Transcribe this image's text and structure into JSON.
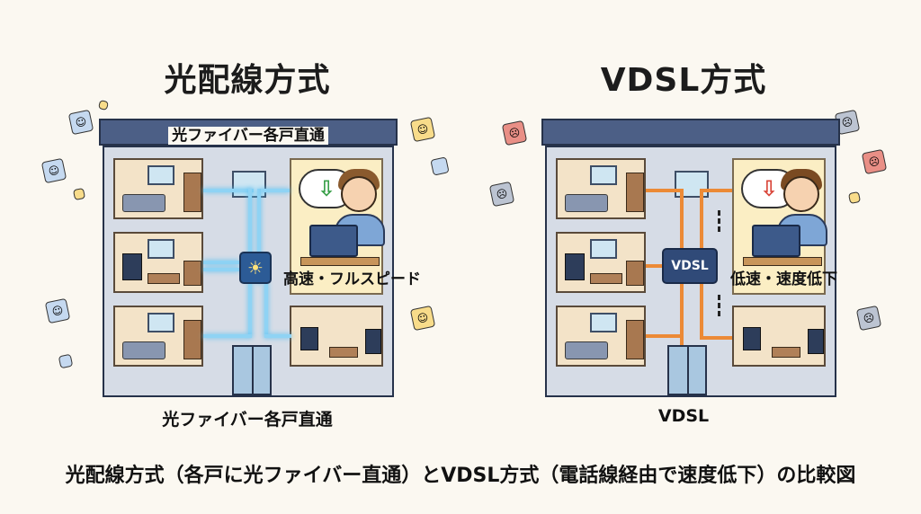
{
  "left": {
    "title": "光配線方式",
    "roof_label": "光ファイバー各戸直通",
    "speed_label": "高速・フルスピード",
    "bottom_label": "光ファイバー各戸直通",
    "bubble_icon": "⇩"
  },
  "right": {
    "title": "VDSL方式",
    "device_label": "VDSL",
    "speed_label": "低速・速度低下",
    "bottom_label": "VDSL",
    "bubble_icon": "⇩"
  },
  "caption": "光配線方式（各戸に光ファイバー直通）とVDSL方式（電話線経由で速度低下）の比較図",
  "colors": {
    "fiber": "#8fd3f4",
    "vdsl_line": "#ec8a36",
    "download_fast": "#3aa04a",
    "download_slow": "#d9463a"
  },
  "icons": {
    "happy_face": "☺",
    "sad_face": "☹",
    "hub": "☀"
  }
}
